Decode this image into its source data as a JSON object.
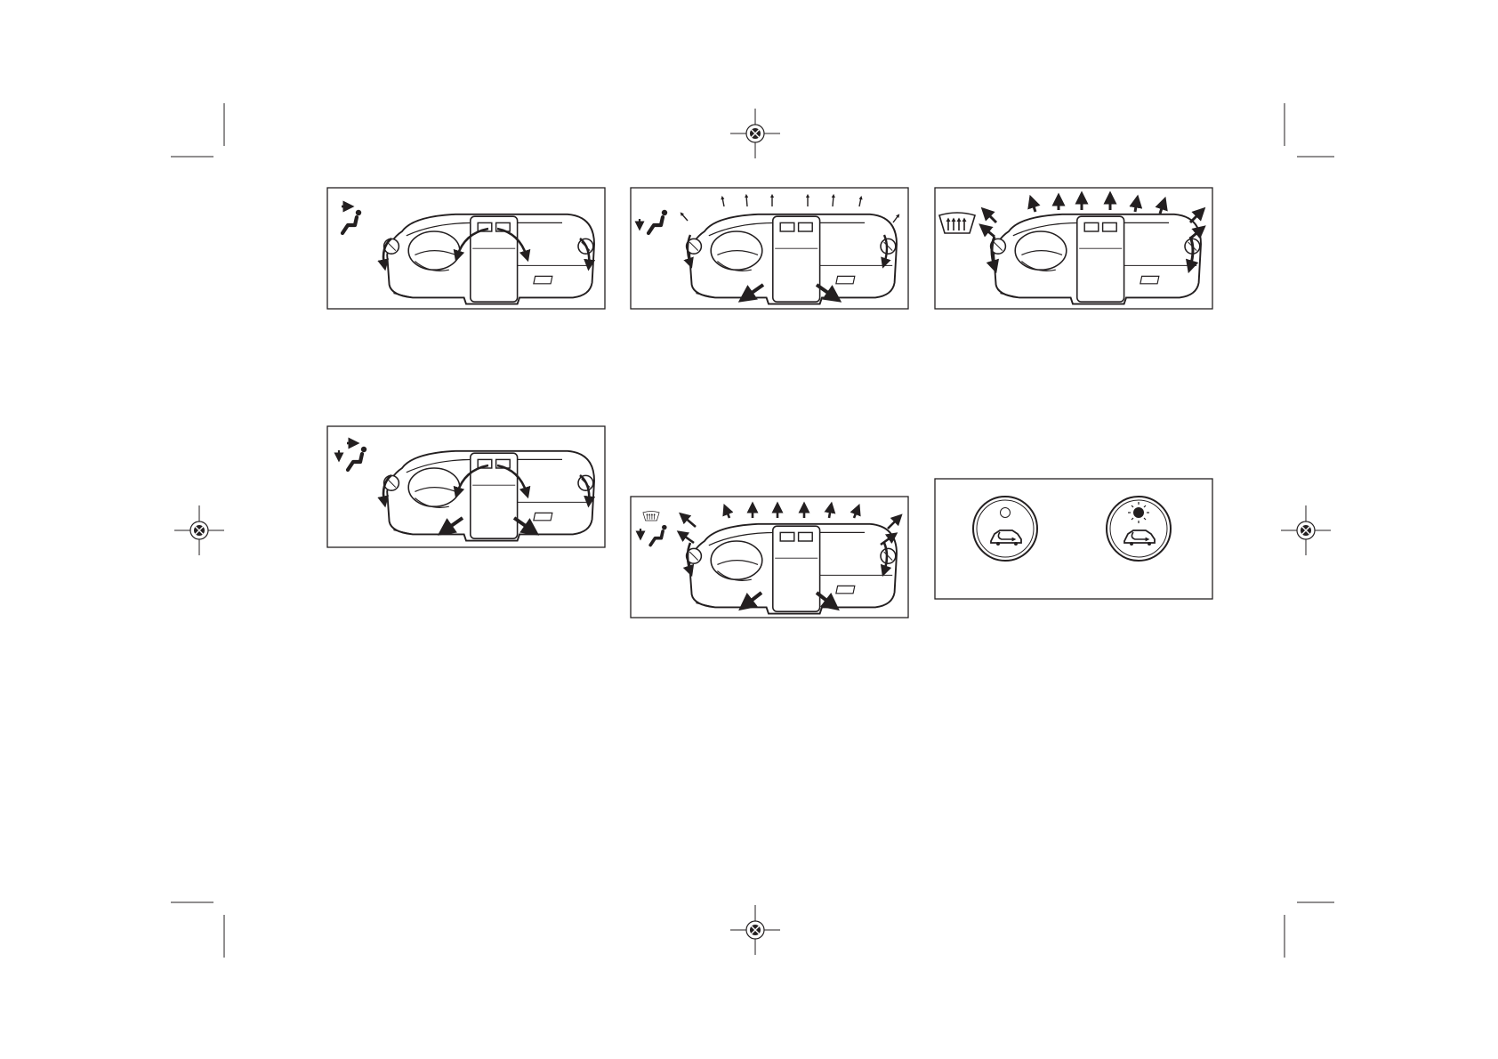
{
  "colors": {
    "ink": "#231f20",
    "paper": "#ffffff"
  },
  "figures": [
    {
      "id": "vent",
      "mode_icon": "face-vent-mode-icon"
    },
    {
      "id": "bi-level",
      "mode_icon": "bi-level-mode-icon"
    },
    {
      "id": "foot",
      "mode_icon": "foot-mode-icon"
    },
    {
      "id": "foot-defrost",
      "mode_icon": "foot-defrost-mode-icon"
    },
    {
      "id": "defrost",
      "mode_icon": "defrost-mode-icon"
    },
    {
      "id": "recirculation",
      "mode_icon": "recirculation-button-icon"
    }
  ]
}
